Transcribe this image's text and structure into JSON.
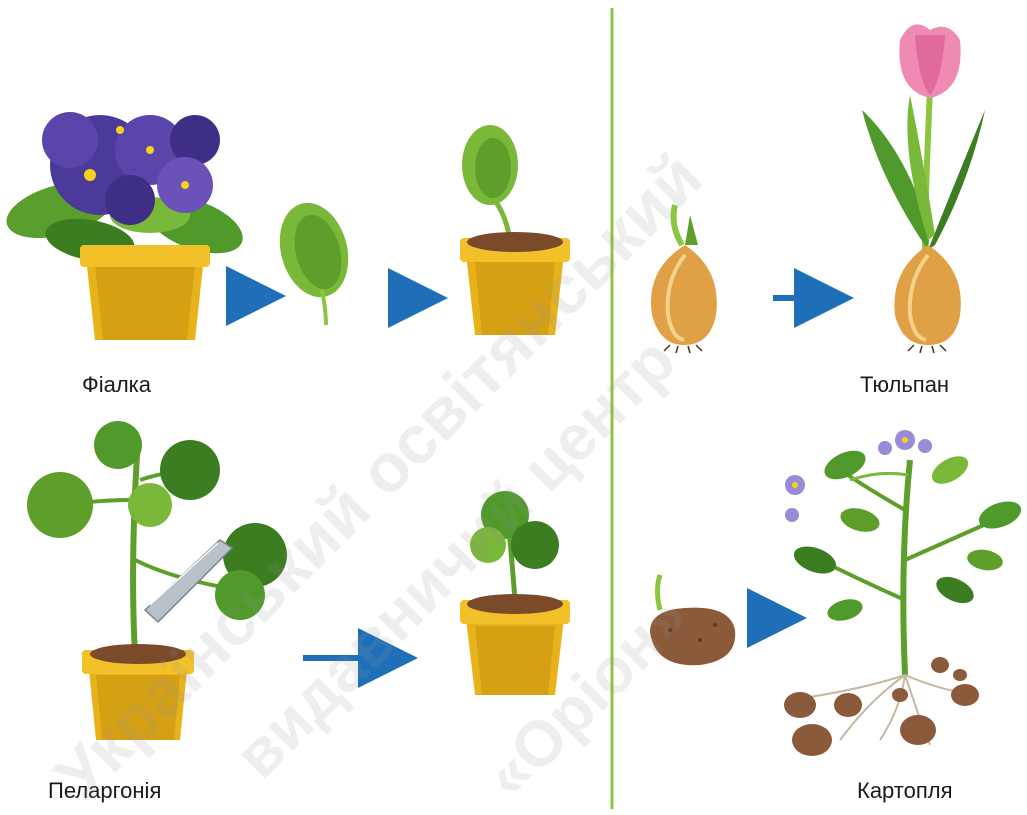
{
  "labels": {
    "violet": "Фіалка",
    "tulip": "Тюльпан",
    "pelargonium": "Пеларгонія",
    "potato": "Картопля"
  },
  "watermark": {
    "line1": "Український освітянський",
    "line2": "видавничий центр",
    "line3": "«Оріон»"
  },
  "colors": {
    "divider": "#8cc63f",
    "arrow": "#1e6fb8",
    "pot": "#e8b31a",
    "pot_shade": "#c9930f",
    "soil": "#7a4a2a",
    "leaf": "#4f9a2a",
    "leaf_light": "#8cc63f",
    "violet_flower": "#4b3a9a",
    "tulip_flower": "#ef8bb3",
    "bulb": "#e0a046",
    "potato": "#8a5a3a"
  }
}
